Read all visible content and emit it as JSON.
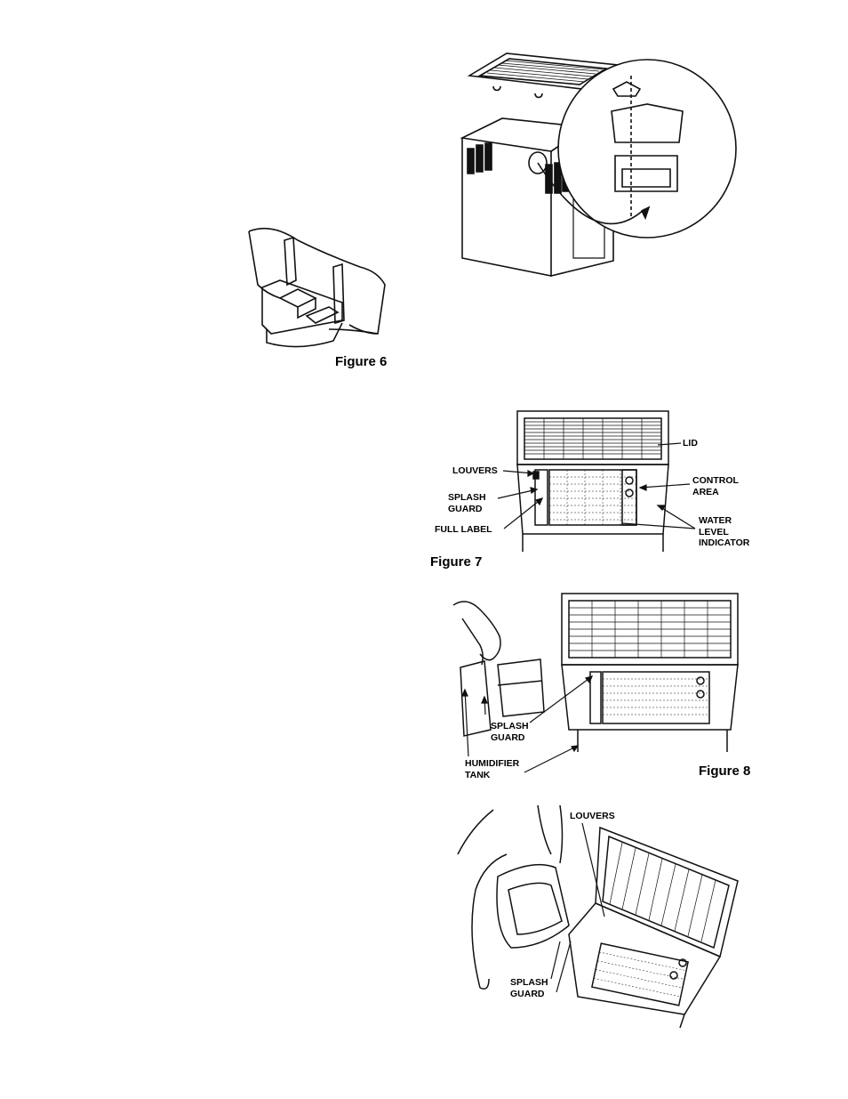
{
  "figures": {
    "fig5": {},
    "fig6": {
      "caption": "Figure 6"
    },
    "fig7": {
      "caption": "Figure 7",
      "labels": {
        "lid": "LID",
        "louvers": "LOUVERS",
        "control_area": "CONTROL\nAREA",
        "splash_guard": "SPLASH\nGUARD",
        "full_label": "FULL LABEL",
        "water_level_indicator": "WATER\nLEVEL\nINDICATOR"
      }
    },
    "fig8": {
      "caption": "Figure 8",
      "labels": {
        "splash_guard": "SPLASH\nGUARD",
        "humidifier_tank": "HUMIDIFIER\nTANK"
      }
    },
    "fig9": {
      "labels": {
        "louvers": "LOUVERS",
        "splash_guard": "SPLASH\nGUARD"
      }
    }
  }
}
